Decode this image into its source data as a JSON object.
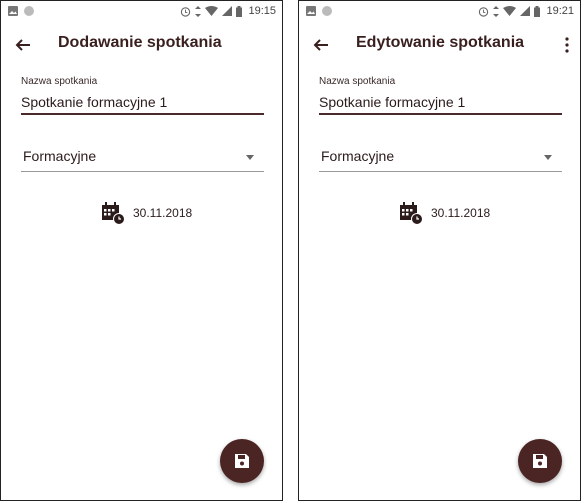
{
  "screens": [
    {
      "status_time": "19:15",
      "title": "Dodawanie spotkania",
      "name_label": "Nazwa spotkania",
      "name_value": "Spotkanie formacyjne 1",
      "type_value": "Formacyjne",
      "date_value": "30.11.2018",
      "has_overflow_menu": false
    },
    {
      "status_time": "19:21",
      "title": "Edytowanie spotkania",
      "name_label": "Nazwa spotkania",
      "name_value": "Spotkanie formacyjne 1",
      "type_value": "Formacyjne",
      "date_value": "30.11.2018",
      "has_overflow_menu": true
    }
  ],
  "icons": {
    "back": "arrow-back-icon",
    "more": "more-vert-icon",
    "calendar": "calendar-clock-icon",
    "save": "save-icon"
  },
  "colors": {
    "primary": "#4b2424",
    "text": "#2b1b1b"
  }
}
